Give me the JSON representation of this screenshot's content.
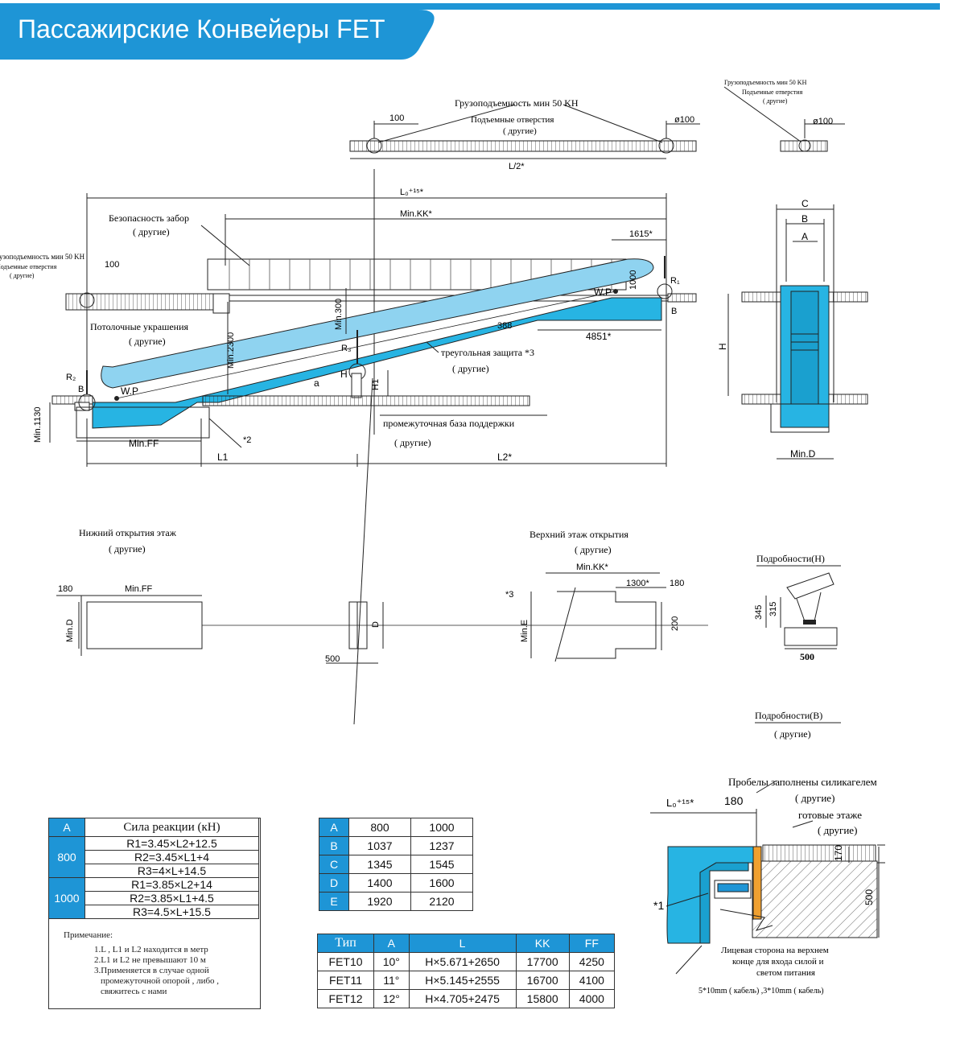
{
  "title": "Пассажирские Конвейеры FET",
  "colors": {
    "brand": "#1e95d6",
    "escalator": "#27b4e3",
    "escalator_light": "#8fd3f0",
    "line": "#222222"
  },
  "drawing": {
    "load_capacity": "Грузоподъемность мин 50 KH",
    "lift_holes": "Подъемные отверстия",
    "other": "( другие)",
    "dim_100": "100",
    "dim_d100": "ø100",
    "dim_L2": "L/2*",
    "dim_L0": "L₀⁺¹⁵*",
    "dim_minKK": "Min.KK*",
    "dim_1615": "1615*",
    "safety_fence": "Безопасность забор",
    "ceiling_decor": "Потолочные украшения",
    "min_2300": "Min.2300",
    "min_300": "Min.300",
    "dim_1000": "1000",
    "dim_388": "388",
    "dim_4851": "4851*",
    "triangle_guard": "треугольная защита *3",
    "intermediate_support": "промежуточная база поддержки",
    "min_1130": "Min.1130",
    "min_FF": "Min.FF",
    "star2": "*2",
    "L1": "L1",
    "L2": "L2*",
    "R1": "R₁",
    "R2": "R₂",
    "R3": "R₃",
    "B": "B",
    "H": "H",
    "H1": "H1",
    "a": "a",
    "wp": "W.P",
    "C": "C",
    "A": "A",
    "min_D": "Min.D",
    "lower_floor_opening": "Нижний открытия этаж",
    "upper_floor_opening": "Верхний этаж открытия",
    "dim_180": "180",
    "min_D_side": "Min.D",
    "D": "D",
    "dim_500": "500",
    "star3": "*3",
    "min_E": "Min.E",
    "dim_1300": "1300*",
    "dim_200": "200",
    "details_H": "Подробности(H)",
    "dim_345": "345",
    "dim_315": "315",
    "details_B": "Подробности(B)",
    "gaps_filled": "Пробелы заполнены силикагелем",
    "finished_floor": "готовые этаже",
    "dim_170": "170",
    "star1": "*1",
    "face_side_1": "Лицевая сторона на верхнем",
    "face_side_2": "конце для входа силой и",
    "face_side_3": "светом питания",
    "cables": "5*10mm ( кабель) ,3*10mm ( кабель)"
  },
  "reaction_table": {
    "header_a": "A",
    "header_force": "Сила реакции (кН)",
    "groups": [
      {
        "a": "800",
        "rows": [
          "R1=3.45×L2+12.5",
          "R2=3.45×L1+4",
          "R3=4×L+14.5"
        ]
      },
      {
        "a": "1000",
        "rows": [
          "R1=3.85×L2+14",
          "R2=3.85×L1+4.5",
          "R3=4.5×L+15.5"
        ]
      }
    ],
    "note_title": "Примечание:",
    "notes": [
      "1.L , L1 и L2 находится в метр",
      "2.L1 и L2 не превышают 10 м",
      "3.Применяется в случае одной",
      "промежуточной опорой , либо ,",
      "свяжитесь с нами"
    ]
  },
  "dims_table": {
    "rows": [
      {
        "key": "A",
        "v800": "800",
        "v1000": "1000"
      },
      {
        "key": "B",
        "v800": "1037",
        "v1000": "1237"
      },
      {
        "key": "C",
        "v800": "1345",
        "v1000": "1545"
      },
      {
        "key": "D",
        "v800": "1400",
        "v1000": "1600"
      },
      {
        "key": "E",
        "v800": "1920",
        "v1000": "2120"
      }
    ]
  },
  "type_table": {
    "headers": [
      "Тип",
      "A",
      "L",
      "KK",
      "FF"
    ],
    "rows": [
      [
        "FET10",
        "10°",
        "H×5.671+2650",
        "17700",
        "4250"
      ],
      [
        "FET11",
        "11°",
        "H×5.145+2555",
        "16700",
        "4100"
      ],
      [
        "FET12",
        "12°",
        "H×4.705+2475",
        "15800",
        "4000"
      ]
    ]
  }
}
